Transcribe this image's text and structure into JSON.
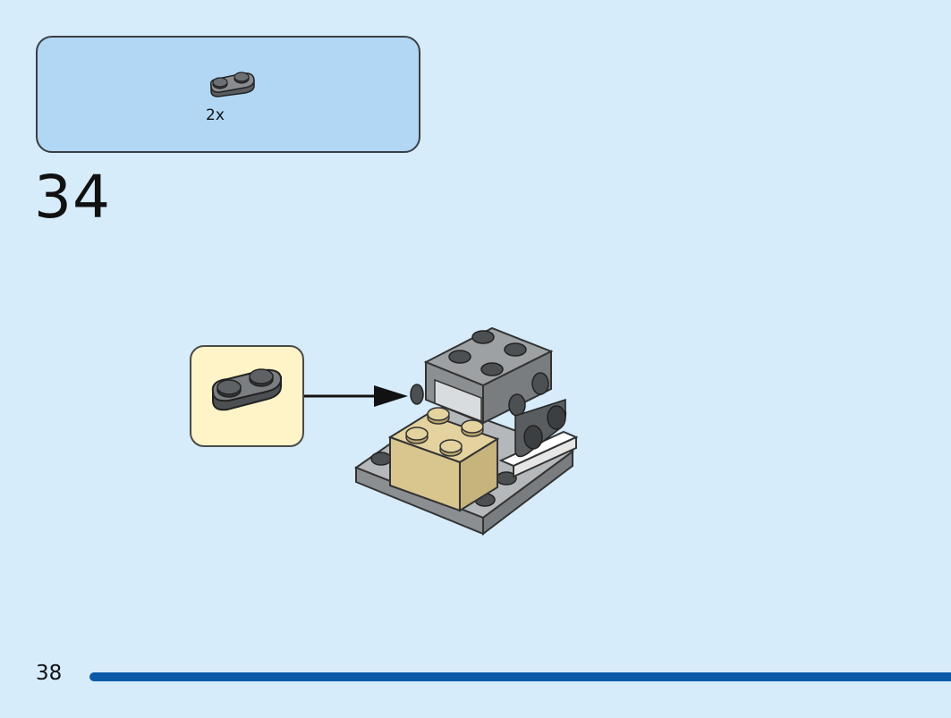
{
  "parts_list": {
    "items": [
      {
        "part_icon": "grey-round-plate-1x2-icon",
        "quantity": "2x"
      }
    ]
  },
  "step": {
    "number": "34"
  },
  "callout": {
    "part_icon": "grey-round-plate-1x2-icon"
  },
  "footer": {
    "page_number": "38"
  },
  "colors": {
    "background": "#d6ecfb",
    "parts_box": "#b1d7f4",
    "callout_bg": "#fff4c7",
    "page_bar": "#0b5ca8",
    "dark_grey_brick": "#5a5d60",
    "light_grey_brick": "#9ea1a4",
    "tan_brick": "#d9c68f"
  }
}
